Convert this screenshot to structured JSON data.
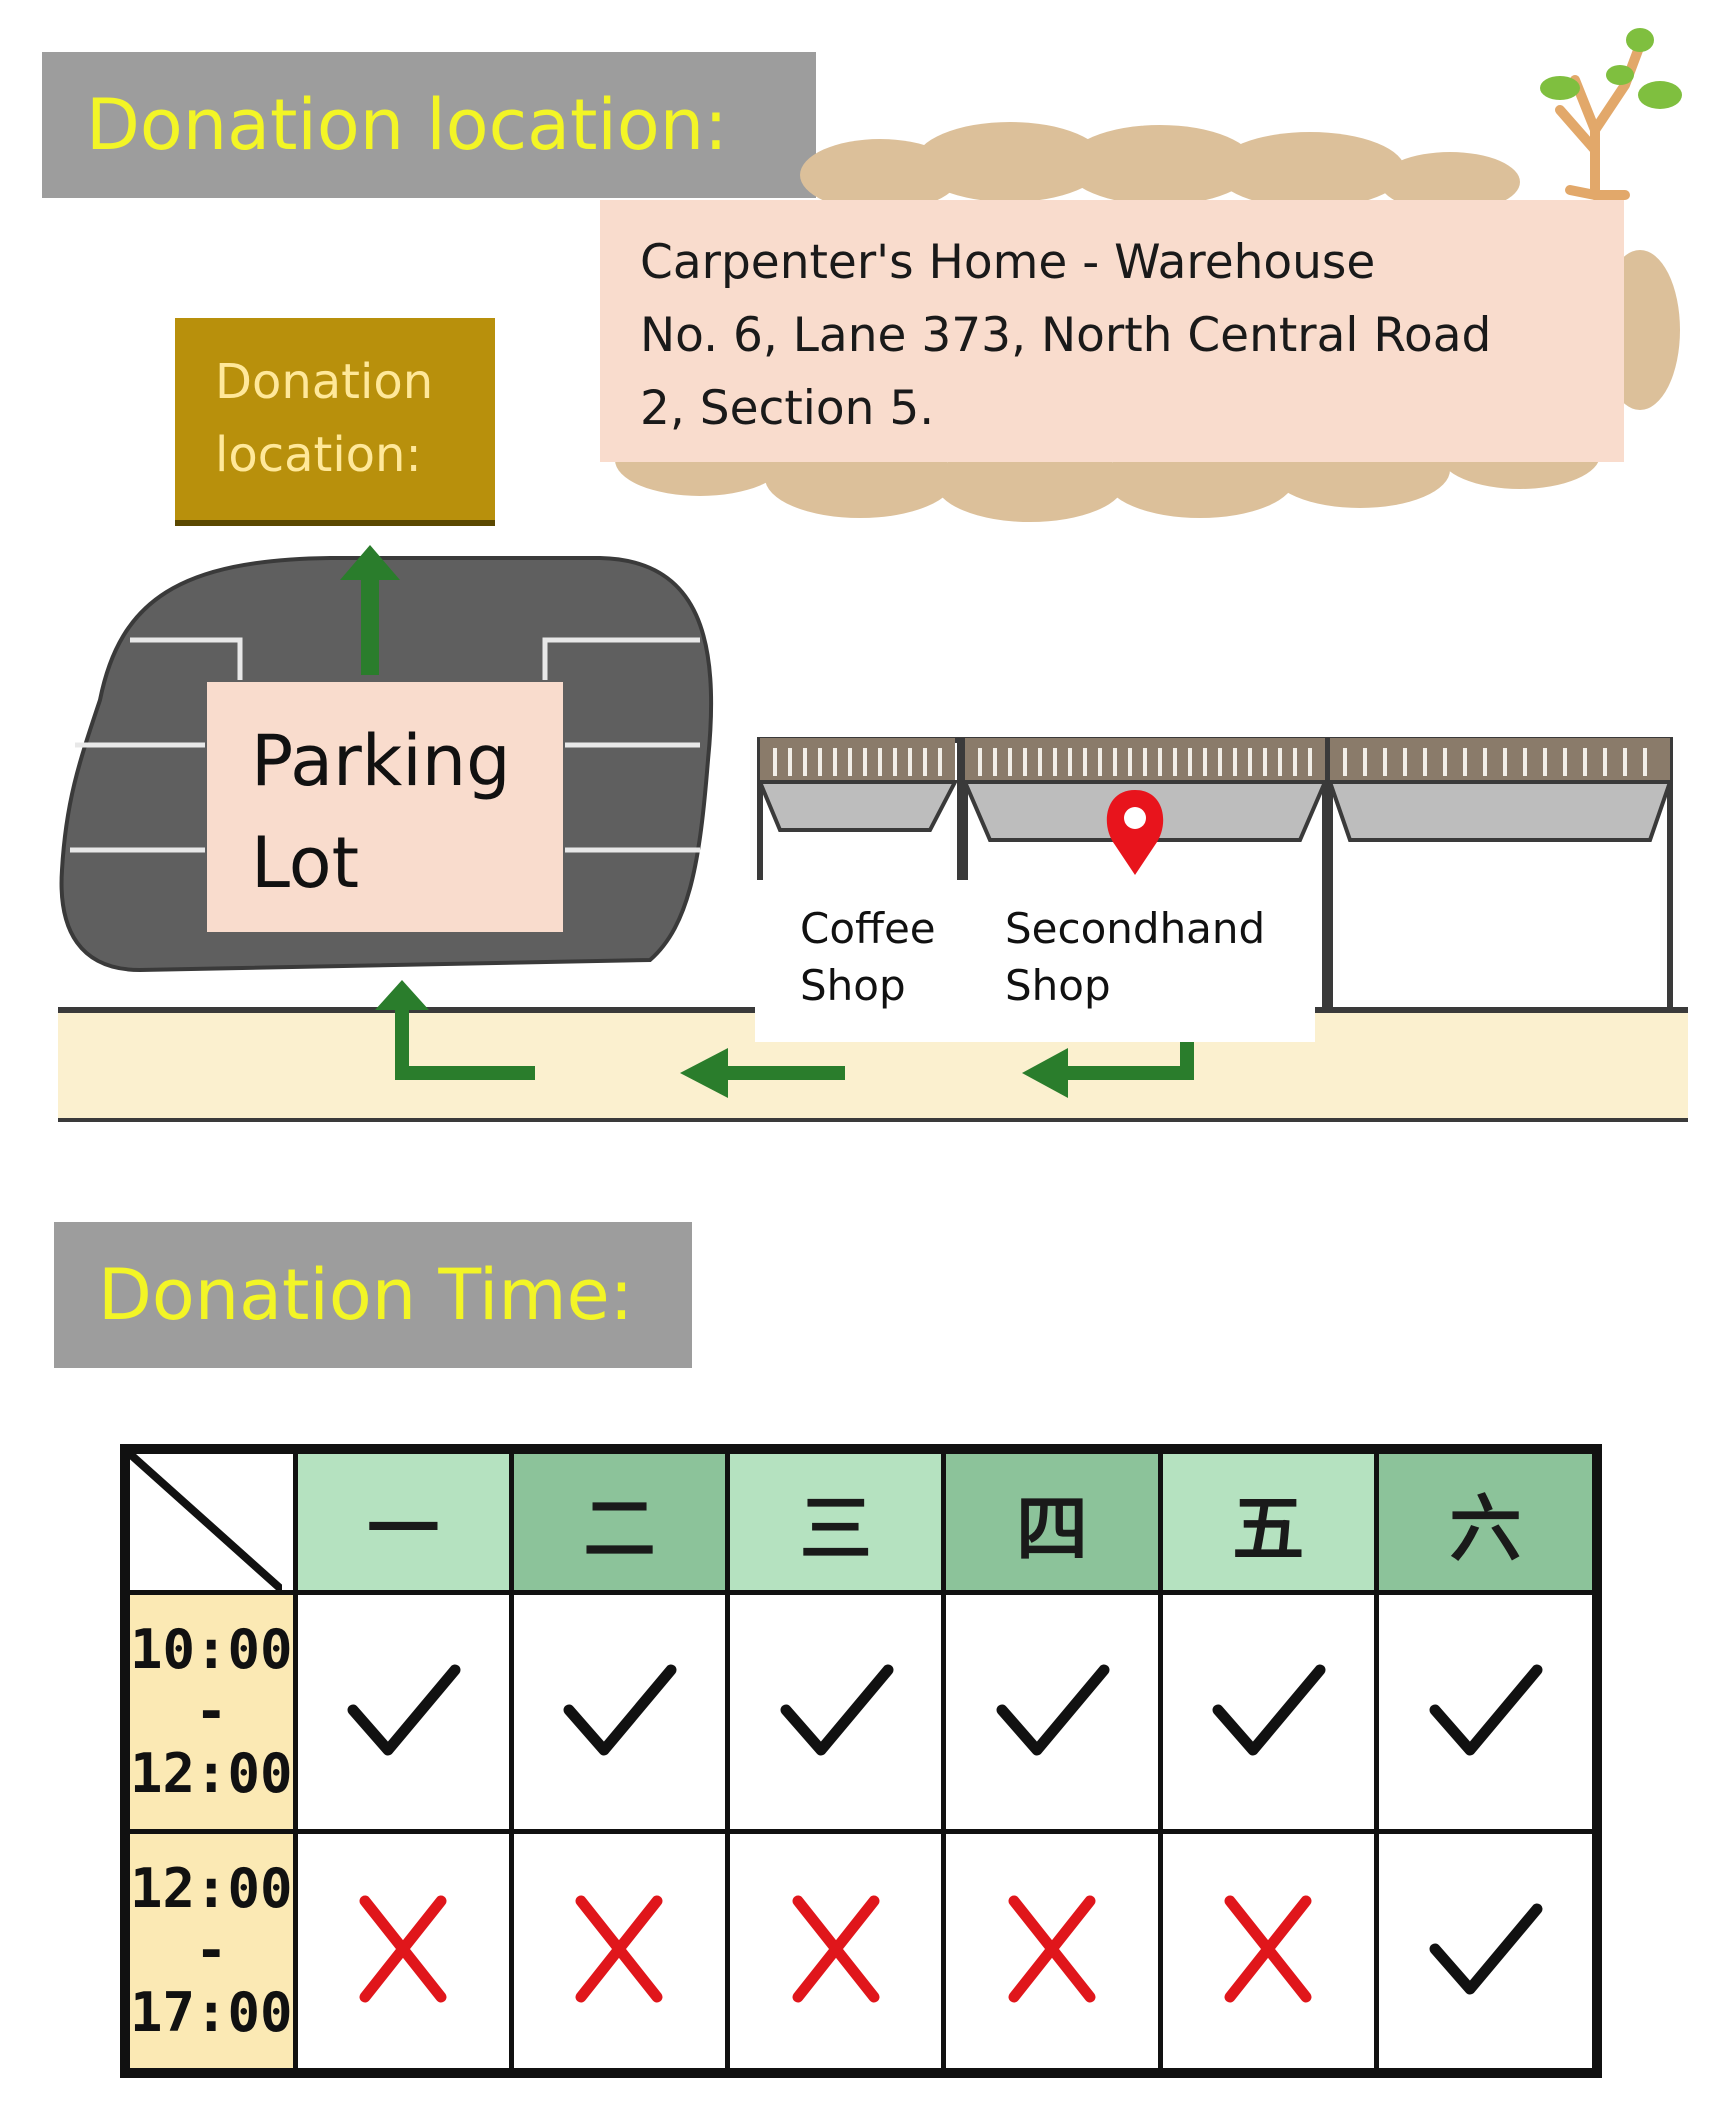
{
  "location_heading": "Donation location:",
  "address": {
    "line1": "Carpenter's Home - Warehouse",
    "line2": "No. 6, Lane 373, North Central Road",
    "line3": "2, Section 5."
  },
  "map": {
    "destination_label_line1": "Donation",
    "destination_label_line2": "location:",
    "parking_label_line1": "Parking",
    "parking_label_line2": "Lot",
    "coffee_shop_line1": "Coffee",
    "coffee_shop_line2": "Shop",
    "secondhand_shop_line1": "Secondhand",
    "secondhand_shop_line2": "Shop"
  },
  "time_heading": "Donation Time:",
  "schedule": {
    "days": [
      "一",
      "二",
      "三",
      "四",
      "五",
      "六"
    ],
    "rows": [
      {
        "start": "10:00",
        "sep": "-",
        "end": "12:00",
        "marks": [
          "check",
          "check",
          "check",
          "check",
          "check",
          "check"
        ]
      },
      {
        "start": "12:00",
        "sep": "-",
        "end": "17:00",
        "marks": [
          "cross",
          "cross",
          "cross",
          "cross",
          "cross",
          "check"
        ]
      }
    ]
  },
  "colors": {
    "header_bg": "#9d9d9d",
    "header_text": "#f3f526",
    "arrow_green": "#2a7d2c",
    "check_black": "#111111",
    "cross_red": "#e0161b",
    "pin_red": "#e8141c"
  }
}
